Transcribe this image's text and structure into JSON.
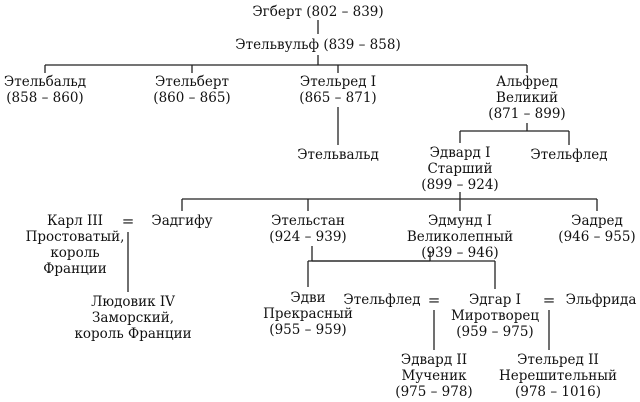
{
  "tree": {
    "egbert": [
      "Эгберт (802 – 839)"
    ],
    "ethelwulf": [
      "Этельвульф (839 – 858)"
    ],
    "ethelbald": [
      "Этельбальд",
      "(858 – 860)"
    ],
    "ethelbert": [
      "Этельберт",
      "(860 – 865)"
    ],
    "ethelred1": [
      "Этельред I",
      "(865 – 871)"
    ],
    "alfred": [
      "Альфред",
      "Великий",
      "(871 – 899)"
    ],
    "ethelwald": [
      "Этельвальд"
    ],
    "edward1": [
      "Эдвард I",
      "Старший",
      "(899 – 924)"
    ],
    "ethelfled1": [
      "Этельфлед"
    ],
    "charles3": [
      "Карл III",
      "Простоватый,",
      "король",
      "Франции"
    ],
    "eq1": "=",
    "eadgifu": [
      "Эадгифу"
    ],
    "athelstan": [
      "Этельстан",
      "(924 – 939)"
    ],
    "edmund1": [
      "Эдмунд I",
      "Великолепный",
      "(939 – 946)"
    ],
    "eadred": [
      "Эадред",
      "(946 – 955)"
    ],
    "louis4": [
      "Людовик IV",
      "Заморский,",
      "король Франции"
    ],
    "edwy": [
      "Эдви",
      "Прекрасный",
      "(955 – 959)"
    ],
    "ethelfled2": [
      "Этельфлед"
    ],
    "eq2": "=",
    "edgar1": [
      "Эдгар I",
      "Миротворец",
      "(959 – 975)"
    ],
    "eq3": "=",
    "elfrida": [
      "Эльфрида"
    ],
    "edward2": [
      "Эдвард II",
      "Мученик",
      "(975 – 978)"
    ],
    "ethelred2": [
      "Этельред II",
      "Нерешительный",
      "(978 – 1016)"
    ]
  }
}
